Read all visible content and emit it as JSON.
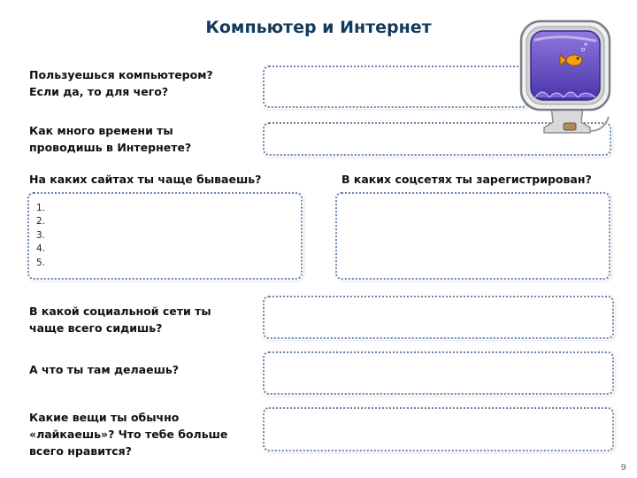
{
  "title": "Компьютер и Интернет",
  "questions": {
    "q1": [
      "Пользуешься компьютером?",
      "Если да, то для чего?"
    ],
    "q2": [
      "Как много времени ты",
      "проводишь в Интернете?"
    ],
    "q3": "На каких сайтах ты чаще бываешь?",
    "q4": "В каких соцсетях ты зарегистрирован?",
    "q5": [
      "В какой социальной сети ты",
      "чаще всего сидишь?"
    ],
    "q6": "А что ты там делаешь?",
    "q7": [
      "Какие вещи ты обычно",
      "«лайкаешь»? Что тебе больше",
      "всего нравится?"
    ]
  },
  "sites_list": [
    "1.",
    "2.",
    "3.",
    "4.",
    "5."
  ],
  "page_number": "9",
  "colors": {
    "title": "#123a5c",
    "box_border": "#6d86a8",
    "screen": "#6b4fc4"
  },
  "illustration": "computer-monitor-with-fish-icon"
}
